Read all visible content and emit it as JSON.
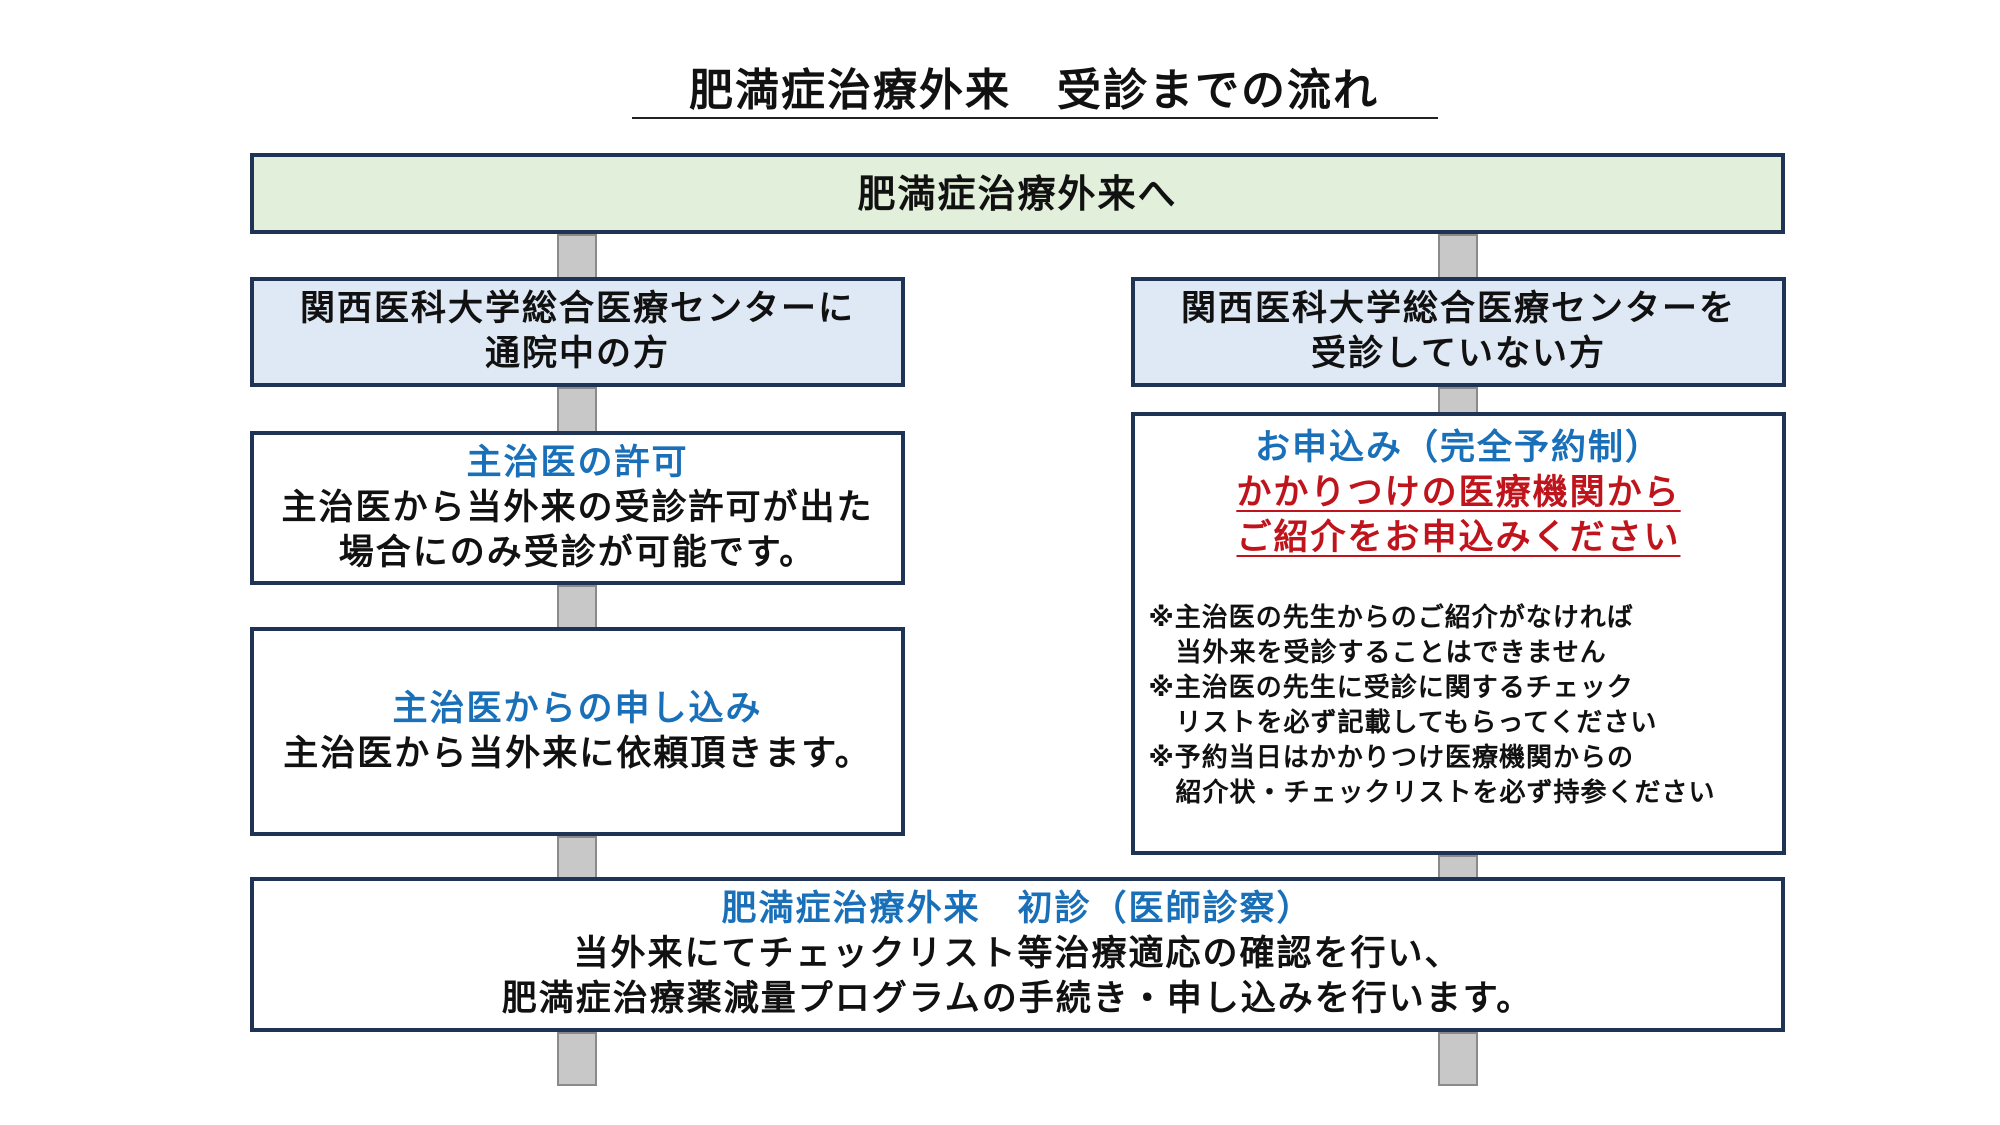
{
  "title": "肥満症治療外来　受診までの流れ",
  "top_box": "肥満症治療外来へ",
  "left": {
    "header_line1": "関西医科大学総合医療センターに",
    "header_line2": "通院中の方",
    "step1_title": "主治医の許可",
    "step1_line1": "主治医から当外来の受診許可が出た",
    "step1_line2": "場合にのみ受診が可能です。",
    "step2_title": "主治医からの申し込み",
    "step2_line1": "主治医から当外来に依頼頂きます。"
  },
  "right": {
    "header_line1": "関西医科大学総合医療センターを",
    "header_line2": "受診していない方",
    "apply_title": "お申込み（完全予約制）",
    "apply_red_line1": "かかりつけの医療機関から",
    "apply_red_line2": "ご紹介をお申込みください",
    "notes": [
      "※主治医の先生からのご紹介がなければ",
      "　当外来を受診することはできません",
      "※主治医の先生に受診に関するチェック",
      "　リストを必ず記載してもらってください",
      "※予約当日はかかりつけ医療機関からの",
      "　紹介状・チェックリストを必ず持参ください"
    ]
  },
  "bottom": {
    "title": "肥満症治療外来　初診（医師診察）",
    "line1": "当外来にてチェックリスト等治療適応の確認を行い、",
    "line2": "肥満症治療薬減量プログラムの手続き・申し込みを行います。"
  },
  "colors": {
    "border": "#1f3455",
    "top_fill": "#e2efda",
    "header_fill": "#dfe9f5",
    "accent_blue": "#1a70b8",
    "accent_red": "#c0141c",
    "connector": "#c8c8c8"
  }
}
